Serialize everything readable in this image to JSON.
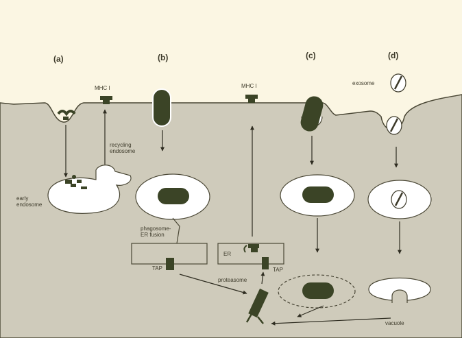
{
  "panels": {
    "a": "(a)",
    "b": "(b)",
    "c": "(c)",
    "d": "(d)"
  },
  "labels": {
    "mhc1_left": "MHC I",
    "mhc1_center": "MHC I",
    "recycling_endosome": "recycling\nendosome",
    "early_endosome": "early\nendosome",
    "phagosome_er_fusion": "phagosome-\nER fusion",
    "tap_left": "TAP",
    "er": "ER",
    "proteasome": "proteasome",
    "tap_right": "TAP",
    "exosome": "exosome",
    "vacuole": "vacuole"
  },
  "colors": {
    "background": "#fbf6e3",
    "cytoplasm": "#cfcbbb",
    "membrane": "#4a4735",
    "pathogen": "#3b4426",
    "vesicle": "#ffffff"
  }
}
